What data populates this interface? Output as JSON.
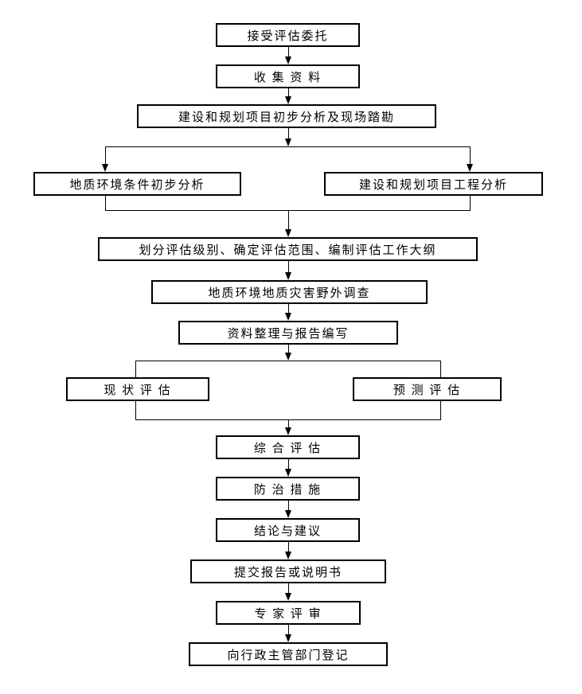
{
  "page": {
    "background_color": "#ffffff",
    "line_color": "#000000",
    "text_color": "#000000"
  },
  "flowchart": {
    "nodes": [
      {
        "id": "accept-commission",
        "label": "接受评估委托"
      },
      {
        "id": "collect-data",
        "label": "收 集 资 料"
      },
      {
        "id": "preliminary-analysis-site-survey",
        "label": "建设和规划项目初步分析及现场踏勘"
      },
      {
        "id": "geo-environment-preliminary",
        "label": "地质环境条件初步分析"
      },
      {
        "id": "project-engineering-analysis",
        "label": "建设和规划项目工程分析"
      },
      {
        "id": "level-scope-outline",
        "label": "划分评估级别、确定评估范围、编制评估工作大纲"
      },
      {
        "id": "field-survey",
        "label": "地质环境地质灾害野外调查"
      },
      {
        "id": "data-collation-report-writing",
        "label": "资料整理与报告编写"
      },
      {
        "id": "current-status-assessment",
        "label": "现 状 评 估"
      },
      {
        "id": "prediction-assessment",
        "label": "预 测 评 估"
      },
      {
        "id": "comprehensive-assessment",
        "label": "综 合 评 估"
      },
      {
        "id": "prevention-control-measures",
        "label": "防 治 措 施"
      },
      {
        "id": "conclusions-suggestions",
        "label": "结论与建议"
      },
      {
        "id": "submit-report-statement",
        "label": "提交报告或说明书"
      },
      {
        "id": "expert-review",
        "label": "专 家 评 审"
      },
      {
        "id": "register-with-authority",
        "label": "向行政主管部门登记"
      }
    ],
    "edges": [
      {
        "from": "accept-commission",
        "to": "collect-data"
      },
      {
        "from": "collect-data",
        "to": "preliminary-analysis-site-survey"
      },
      {
        "from": "preliminary-analysis-site-survey",
        "to": "geo-environment-preliminary"
      },
      {
        "from": "preliminary-analysis-site-survey",
        "to": "project-engineering-analysis"
      },
      {
        "from": "geo-environment-preliminary",
        "to": "level-scope-outline"
      },
      {
        "from": "project-engineering-analysis",
        "to": "level-scope-outline"
      },
      {
        "from": "level-scope-outline",
        "to": "field-survey"
      },
      {
        "from": "field-survey",
        "to": "data-collation-report-writing"
      },
      {
        "from": "data-collation-report-writing",
        "to": "current-status-assessment"
      },
      {
        "from": "data-collation-report-writing",
        "to": "prediction-assessment"
      },
      {
        "from": "current-status-assessment",
        "to": "comprehensive-assessment"
      },
      {
        "from": "prediction-assessment",
        "to": "comprehensive-assessment"
      },
      {
        "from": "comprehensive-assessment",
        "to": "prevention-control-measures"
      },
      {
        "from": "prevention-control-measures",
        "to": "conclusions-suggestions"
      },
      {
        "from": "conclusions-suggestions",
        "to": "submit-report-statement"
      },
      {
        "from": "submit-report-statement",
        "to": "expert-review"
      },
      {
        "from": "expert-review",
        "to": "register-with-authority"
      }
    ]
  }
}
